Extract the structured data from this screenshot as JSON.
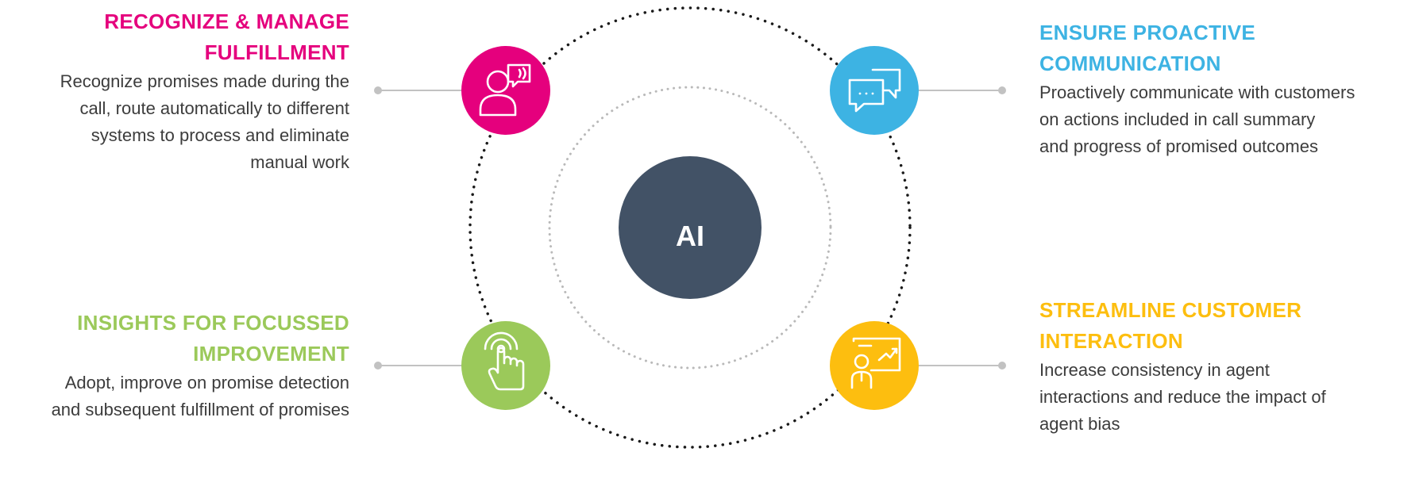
{
  "center": {
    "label": "AI"
  },
  "colors": {
    "pink": "#E5007D",
    "blue": "#3DB3E3",
    "green": "#9BC95A",
    "yellow": "#FDBE0F",
    "center": "#425266"
  },
  "items": {
    "top_left": {
      "heading_line1": "RECOGNIZE & MANAGE",
      "heading_line2": "FULFILLMENT",
      "desc_lines": [
        "Recognize promises made during the",
        "call, route automatically to different",
        "systems to process and eliminate",
        "manual work"
      ],
      "icon": "agent-chat-icon"
    },
    "bottom_left": {
      "heading_line1": "INSIGHTS FOR FOCUSSED",
      "heading_line2": "IMPROVEMENT",
      "desc_lines": [
        "Adopt, improve on promise detection",
        "and subsequent fulfillment of promises"
      ],
      "icon": "touch-hand-icon"
    },
    "top_right": {
      "heading_line1": "ENSURE PROACTIVE",
      "heading_line2": "COMMUNICATION",
      "desc_lines": [
        "Proactively communicate with customers",
        "on actions included in call summary",
        "and progress of promised outcomes"
      ],
      "icon": "chat-bubbles-icon"
    },
    "bottom_right": {
      "heading_line1": "STREAMLINE CUSTOMER",
      "heading_line2": "INTERACTION",
      "desc_lines": [
        "Increase consistency in agent",
        "interactions and reduce the impact of",
        "agent bias"
      ],
      "icon": "presentation-icon"
    }
  }
}
